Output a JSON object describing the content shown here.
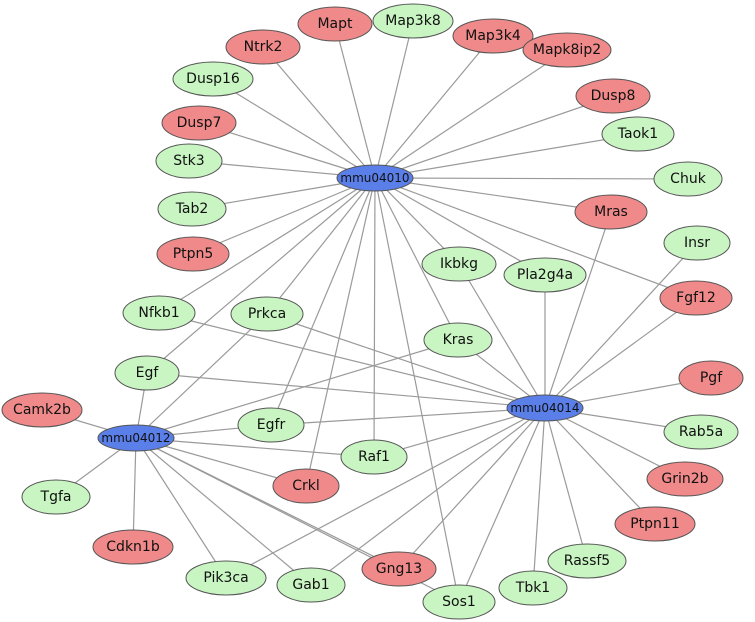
{
  "colors": {
    "hub": "#5b7fe8",
    "red": "#f08a8a",
    "green": "#c9f5c3",
    "edge": "#9a9a9a"
  },
  "hubs": [
    {
      "id": "mmu04010",
      "label": "mmu04010"
    },
    {
      "id": "mmu04014",
      "label": "mmu04014"
    },
    {
      "id": "mmu04012",
      "label": "mmu04012"
    }
  ],
  "nodes": [
    {
      "id": "Mapt",
      "label": "Mapt",
      "color": "red"
    },
    {
      "id": "Map3k8",
      "label": "Map3k8",
      "color": "green"
    },
    {
      "id": "Ntrk2",
      "label": "Ntrk2",
      "color": "red"
    },
    {
      "id": "Map3k4",
      "label": "Map3k4",
      "color": "red"
    },
    {
      "id": "Mapk8ip2",
      "label": "Mapk8ip2",
      "color": "red"
    },
    {
      "id": "Dusp16",
      "label": "Dusp16",
      "color": "green"
    },
    {
      "id": "Dusp8",
      "label": "Dusp8",
      "color": "red"
    },
    {
      "id": "Dusp7",
      "label": "Dusp7",
      "color": "red"
    },
    {
      "id": "Taok1",
      "label": "Taok1",
      "color": "green"
    },
    {
      "id": "Stk3",
      "label": "Stk3",
      "color": "green"
    },
    {
      "id": "Chuk",
      "label": "Chuk",
      "color": "green"
    },
    {
      "id": "Tab2",
      "label": "Tab2",
      "color": "green"
    },
    {
      "id": "Mras",
      "label": "Mras",
      "color": "red"
    },
    {
      "id": "Insr",
      "label": "Insr",
      "color": "green"
    },
    {
      "id": "Ptpn5",
      "label": "Ptpn5",
      "color": "red"
    },
    {
      "id": "Ikbkg",
      "label": "Ikbkg",
      "color": "green"
    },
    {
      "id": "Pla2g4a",
      "label": "Pla2g4a",
      "color": "green"
    },
    {
      "id": "Fgf12",
      "label": "Fgf12",
      "color": "red"
    },
    {
      "id": "Nfkb1",
      "label": "Nfkb1",
      "color": "green"
    },
    {
      "id": "Prkca",
      "label": "Prkca",
      "color": "green"
    },
    {
      "id": "Kras",
      "label": "Kras",
      "color": "green"
    },
    {
      "id": "Egf",
      "label": "Egf",
      "color": "green"
    },
    {
      "id": "Pgf",
      "label": "Pgf",
      "color": "red"
    },
    {
      "id": "Camk2b",
      "label": "Camk2b",
      "color": "red"
    },
    {
      "id": "Egfr",
      "label": "Egfr",
      "color": "green"
    },
    {
      "id": "Rab5a",
      "label": "Rab5a",
      "color": "green"
    },
    {
      "id": "Raf1",
      "label": "Raf1",
      "color": "green"
    },
    {
      "id": "Crkl",
      "label": "Crkl",
      "color": "red"
    },
    {
      "id": "Grin2b",
      "label": "Grin2b",
      "color": "red"
    },
    {
      "id": "Tgfa",
      "label": "Tgfa",
      "color": "green"
    },
    {
      "id": "Ptpn11",
      "label": "Ptpn11",
      "color": "red"
    },
    {
      "id": "Cdkn1b",
      "label": "Cdkn1b",
      "color": "red"
    },
    {
      "id": "Rassf5",
      "label": "Rassf5",
      "color": "green"
    },
    {
      "id": "Pik3ca",
      "label": "Pik3ca",
      "color": "green"
    },
    {
      "id": "Gab1",
      "label": "Gab1",
      "color": "green"
    },
    {
      "id": "Gng13",
      "label": "Gng13",
      "color": "red"
    },
    {
      "id": "Sos1",
      "label": "Sos1",
      "color": "green"
    },
    {
      "id": "Tbk1",
      "label": "Tbk1",
      "color": "green"
    }
  ],
  "edges": [
    [
      "mmu04010",
      "Mapt"
    ],
    [
      "mmu04010",
      "Map3k8"
    ],
    [
      "mmu04010",
      "Ntrk2"
    ],
    [
      "mmu04010",
      "Map3k4"
    ],
    [
      "mmu04010",
      "Mapk8ip2"
    ],
    [
      "mmu04010",
      "Dusp16"
    ],
    [
      "mmu04010",
      "Dusp8"
    ],
    [
      "mmu04010",
      "Dusp7"
    ],
    [
      "mmu04010",
      "Taok1"
    ],
    [
      "mmu04010",
      "Stk3"
    ],
    [
      "mmu04010",
      "Chuk"
    ],
    [
      "mmu04010",
      "Tab2"
    ],
    [
      "mmu04010",
      "Mras"
    ],
    [
      "mmu04010",
      "Ptpn5"
    ],
    [
      "mmu04010",
      "Ikbkg"
    ],
    [
      "mmu04010",
      "Pla2g4a"
    ],
    [
      "mmu04010",
      "Fgf12"
    ],
    [
      "mmu04010",
      "Nfkb1"
    ],
    [
      "mmu04010",
      "Prkca"
    ],
    [
      "mmu04010",
      "Kras"
    ],
    [
      "mmu04010",
      "Egf"
    ],
    [
      "mmu04010",
      "Egfr"
    ],
    [
      "mmu04010",
      "Raf1"
    ],
    [
      "mmu04010",
      "Crkl"
    ],
    [
      "mmu04010",
      "Sos1"
    ],
    [
      "mmu04014",
      "Mras"
    ],
    [
      "mmu04014",
      "Insr"
    ],
    [
      "mmu04014",
      "Ikbkg"
    ],
    [
      "mmu04014",
      "Pla2g4a"
    ],
    [
      "mmu04014",
      "Fgf12"
    ],
    [
      "mmu04014",
      "Nfkb1"
    ],
    [
      "mmu04014",
      "Prkca"
    ],
    [
      "mmu04014",
      "Kras"
    ],
    [
      "mmu04014",
      "Egf"
    ],
    [
      "mmu04014",
      "Pgf"
    ],
    [
      "mmu04014",
      "Egfr"
    ],
    [
      "mmu04014",
      "Rab5a"
    ],
    [
      "mmu04014",
      "Raf1"
    ],
    [
      "mmu04014",
      "Grin2b"
    ],
    [
      "mmu04014",
      "Ptpn11"
    ],
    [
      "mmu04014",
      "Rassf5"
    ],
    [
      "mmu04014",
      "Tbk1"
    ],
    [
      "mmu04014",
      "Sos1"
    ],
    [
      "mmu04014",
      "Gng13"
    ],
    [
      "mmu04014",
      "Gab1"
    ],
    [
      "mmu04014",
      "Pik3ca"
    ],
    [
      "mmu04012",
      "Prkca"
    ],
    [
      "mmu04012",
      "Kras"
    ],
    [
      "mmu04012",
      "Egf"
    ],
    [
      "mmu04012",
      "Camk2b"
    ],
    [
      "mmu04012",
      "Egfr"
    ],
    [
      "mmu04012",
      "Raf1"
    ],
    [
      "mmu04012",
      "Crkl"
    ],
    [
      "mmu04012",
      "Tgfa"
    ],
    [
      "mmu04012",
      "Cdkn1b"
    ],
    [
      "mmu04012",
      "Pik3ca"
    ],
    [
      "mmu04012",
      "Gab1"
    ],
    [
      "mmu04012",
      "Gng13"
    ],
    [
      "mmu04012",
      "Sos1"
    ]
  ]
}
